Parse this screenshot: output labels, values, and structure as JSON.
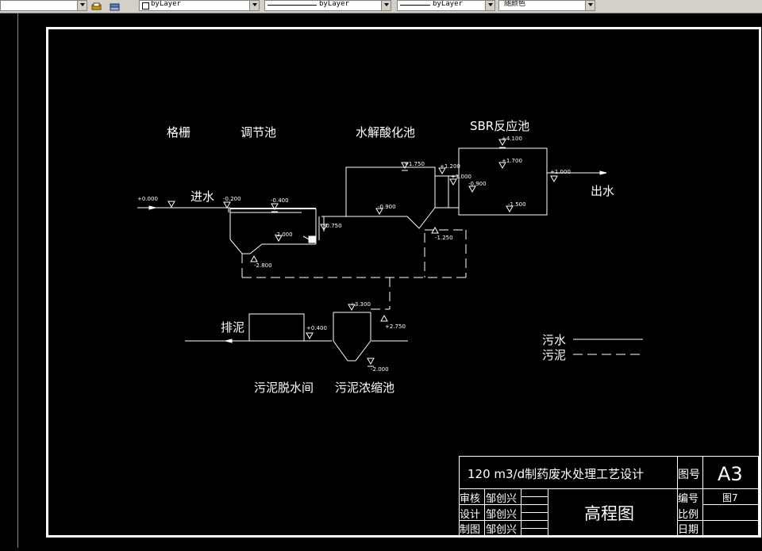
{
  "toolbar": {
    "layer_combo_1": "byLayer",
    "layer_combo_2": "byLayer",
    "layer_combo_3": "byLayer",
    "color_combo": "随颜色"
  },
  "drawing": {
    "units": {
      "grille": "格栅",
      "regulating_tank": "调节池",
      "hydrolysis_tank": "水解酸化池",
      "sbr_tank": "SBR反应池",
      "sludge_dewatering": "污泥脱水间",
      "sludge_thickener": "污泥浓缩池"
    },
    "flow_labels": {
      "inlet": "进水",
      "outlet": "出水",
      "sludge_out": "排泥"
    },
    "elevations": {
      "inlet_level": "+0.000",
      "reg_inlet": "-0.200",
      "reg_water": "-0.400",
      "reg_pump": "-2.000",
      "reg_bottom": "-2.800",
      "pipe_to_hydro": "-0.750",
      "hydro_water": "+1.750",
      "hydro_inner": "-0.900",
      "hydro_bottom": "-1.250",
      "sbr_top": "+4.100",
      "sbr_upper": "+1.700",
      "sbr_feed_1": "+1.200",
      "sbr_feed_2": "+1.000",
      "sbr_feed_3": "-0.900",
      "sbr_outlet": "+1.000",
      "sbr_bottom": "-1.500",
      "dewater": "+0.400",
      "thickener_top": "+3.300",
      "thickener_inlet": "+2.750",
      "thickener_bottom": "-2.000"
    },
    "legend": {
      "sewage": "污水",
      "sludge": "污泥"
    }
  },
  "title_block": {
    "project_title": "120 m3/d制药废水处理工艺设计",
    "drawing_no_label": "图号",
    "sheet_size": "A3",
    "number_label": "编号",
    "number_value": "图7",
    "scale_label": "比例",
    "date_label": "日期",
    "drawing_name": "高程图",
    "review_label": "审核",
    "design_label": "设计",
    "draw_label": "制图",
    "reviewer": "邹创兴",
    "designer": "邹创兴",
    "drafter": "邹创兴"
  }
}
